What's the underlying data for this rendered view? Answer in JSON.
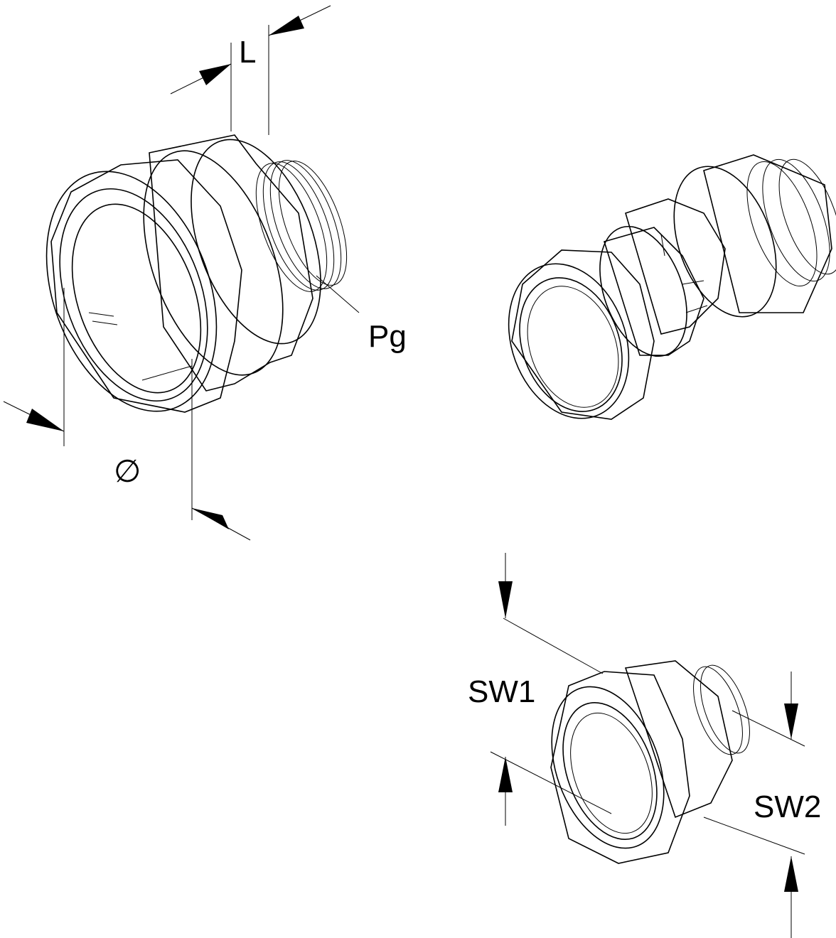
{
  "labels": {
    "length": "L",
    "thread": "Pg",
    "diameter": "∅",
    "wrench_size_1": "SW1",
    "wrench_size_2": "SW2"
  }
}
